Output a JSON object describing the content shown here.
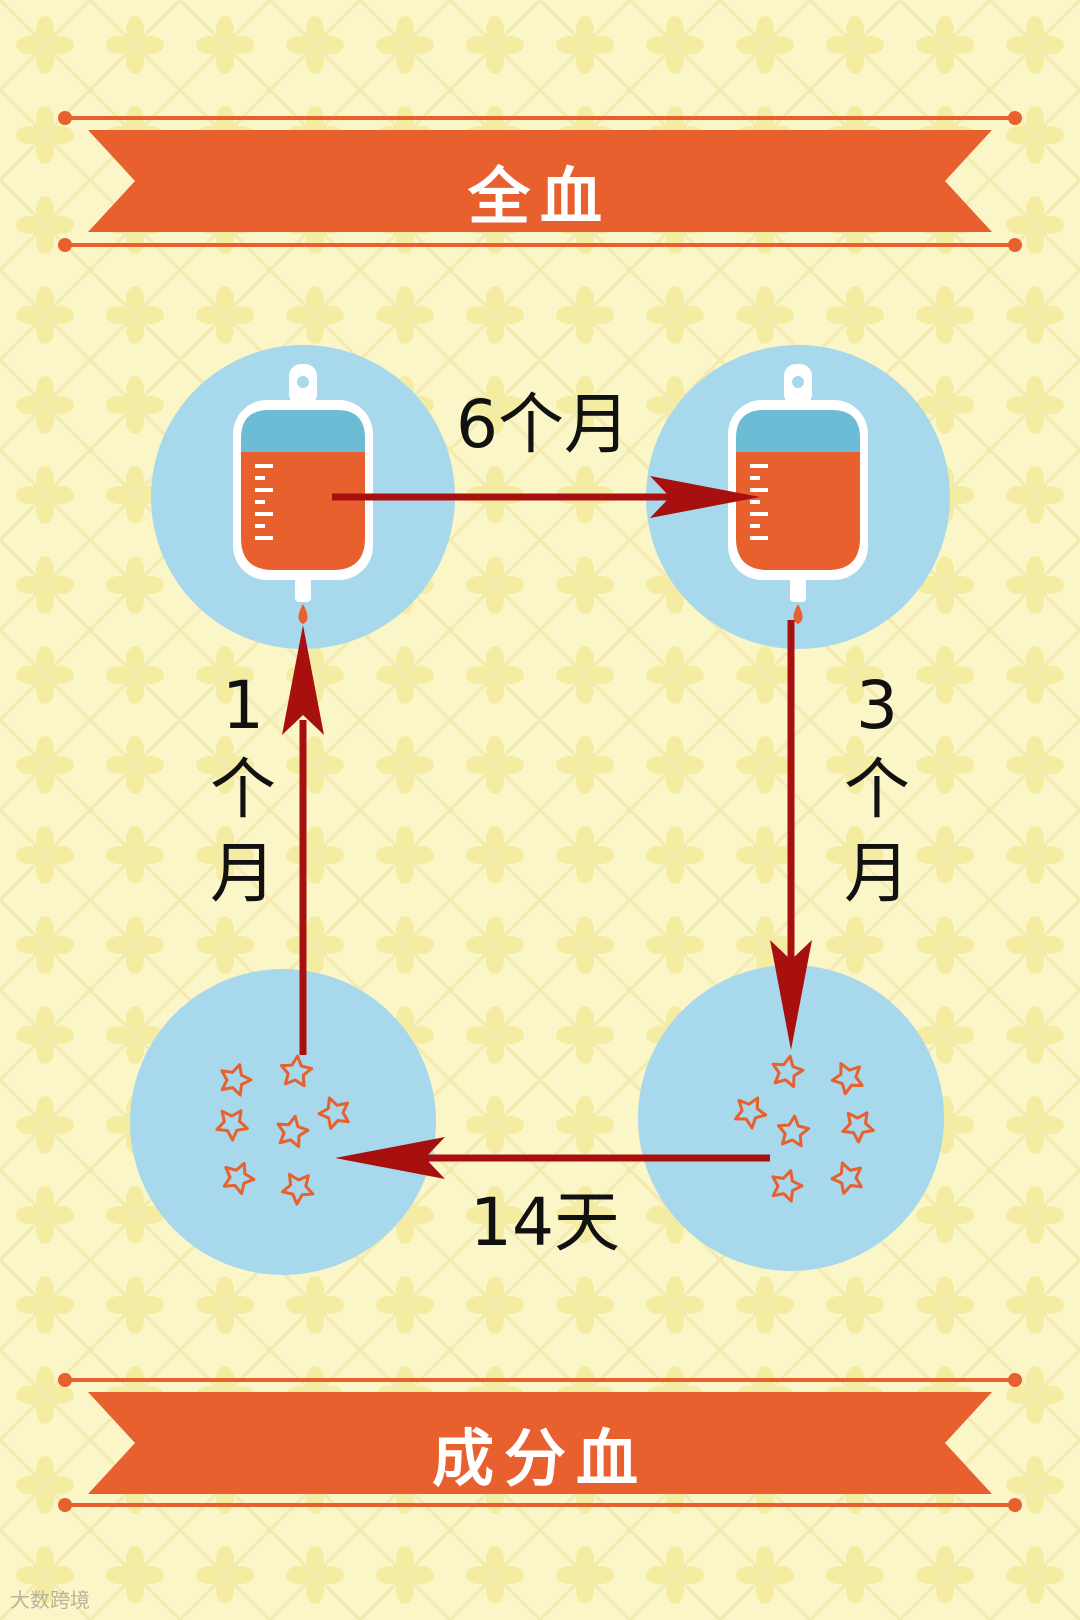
{
  "banners": {
    "top": "全血",
    "bottom": "成分血"
  },
  "intervals": {
    "top": "6个月",
    "right": [
      "3",
      "个",
      "月"
    ],
    "bottom": "14天",
    "left": [
      "1",
      "个",
      "月"
    ]
  },
  "nodes": [
    {
      "name": "whole-blood-bag-left",
      "icon": "blood-bag-icon"
    },
    {
      "name": "whole-blood-bag-right",
      "icon": "blood-bag-icon"
    },
    {
      "name": "component-cells-right",
      "icon": "blood-cells-icon"
    },
    {
      "name": "component-cells-left",
      "icon": "blood-cells-icon"
    }
  ],
  "watermark": "大数跨境",
  "colors": {
    "background": "#fbf6c7",
    "banner": "#e8602e",
    "circle": "#a8d8ec",
    "blood": "#e8602e",
    "arrow": "#a80f0f",
    "bag_top": "#6bbcd4"
  }
}
